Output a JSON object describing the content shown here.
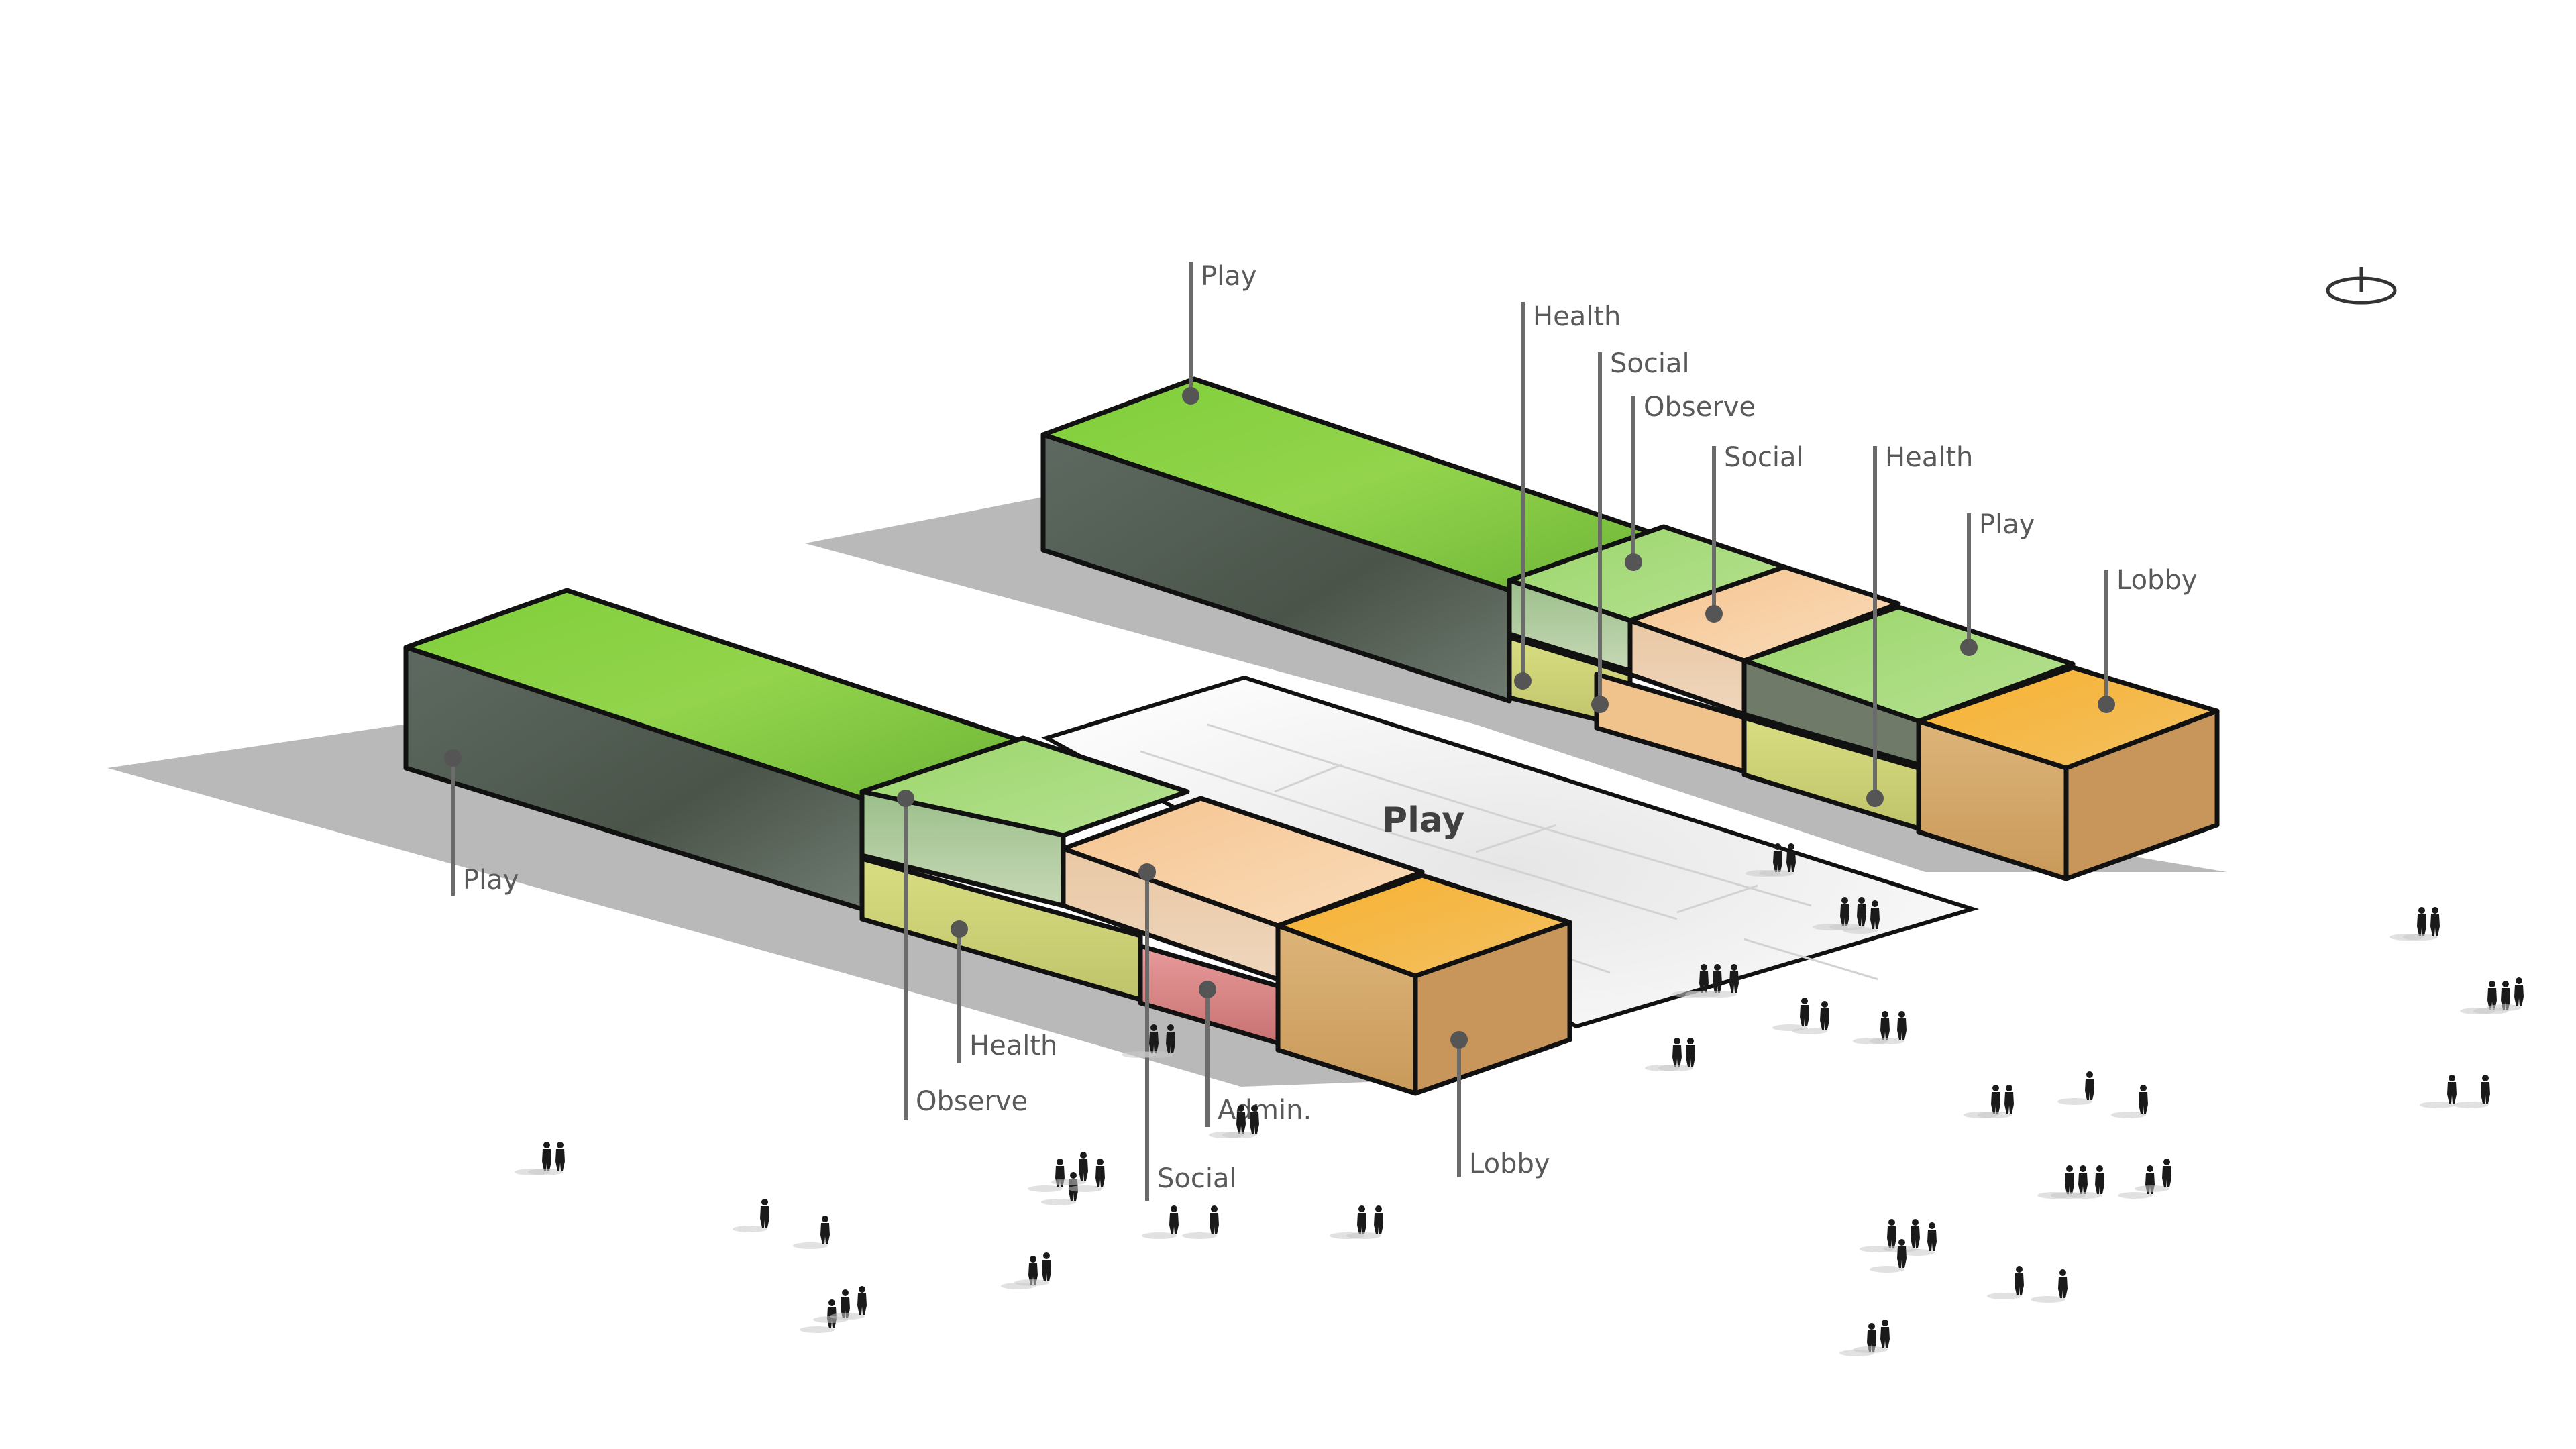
{
  "colors": {
    "play": "#86c940",
    "health": "#d0d878",
    "social": "#f2c08a",
    "observe": "#a6d77c",
    "admin": "#e58a8a",
    "lobby": "#f0a537",
    "dark_wall": "#4f5a52",
    "shadow": "#b8b8b8",
    "outline": "#111111"
  },
  "plaza": {
    "label": "Play"
  },
  "labels": {
    "play_back": "Play",
    "health_back_1": "Health",
    "social_back_1": "Social",
    "observe_back": "Observe",
    "social_back_2": "Social",
    "health_back_2": "Health",
    "play_back_2": "Play",
    "lobby_back": "Lobby",
    "play_front": "Play",
    "health_front": "Health",
    "observe_front": "Observe",
    "social_front": "Social",
    "admin_front": "Admin.",
    "lobby_front": "Lobby"
  },
  "icons": {
    "north_arrow": "north-arrow-icon",
    "people": "person-silhouette-icon"
  }
}
